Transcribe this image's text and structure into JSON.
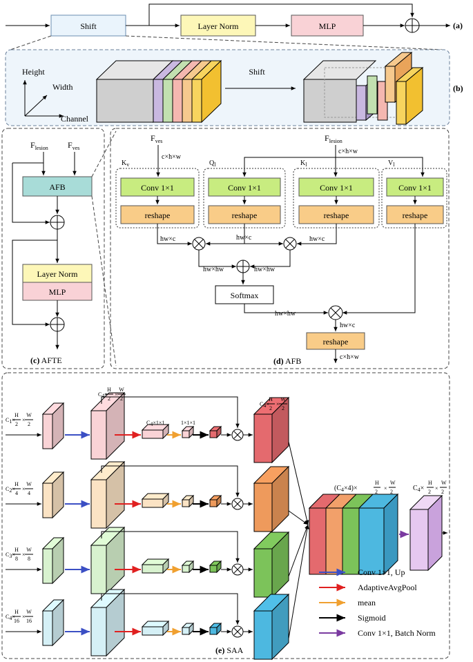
{
  "top": {
    "shift": "Shift",
    "layer_norm": "Layer Norm",
    "mlp": "MLP",
    "tag_a": "(a)",
    "tag_b": "(b)",
    "axes": {
      "height": "Height",
      "width": "Width",
      "channel": "Channel"
    },
    "shift_arrow": "Shift"
  },
  "afte": {
    "f_lesion_main": "F",
    "f_lesion_sub": "lesion",
    "f_ves_main": "F",
    "f_ves_sub": "ves",
    "afb": "AFB",
    "layer_norm": "Layer Norm",
    "mlp": "MLP",
    "caption_tag": "(c)",
    "caption": "AFTE"
  },
  "afb": {
    "f_ves_main": "F",
    "f_ves_sub": "ves",
    "f_lesion_main": "F",
    "f_lesion_sub": "lesion",
    "chw": "c×h×w",
    "branches": [
      {
        "tag": "K",
        "tag_sub": "v",
        "conv": "Conv 1×1",
        "reshape": "reshape"
      },
      {
        "tag": "Q",
        "tag_sub": "l",
        "conv": "Conv 1×1",
        "reshape": "reshape"
      },
      {
        "tag": "K",
        "tag_sub": "l",
        "conv": "Conv 1×1",
        "reshape": "reshape"
      },
      {
        "tag": "V",
        "tag_sub": "l",
        "conv": "Conv 1×1",
        "reshape": "reshape"
      }
    ],
    "hwc": "hw×c",
    "hwhw": "hw×hw",
    "softmax": "Softmax",
    "reshape_out": "reshape",
    "caption_tag": "(d)",
    "caption": "AFB"
  },
  "saa": {
    "rows": [
      {
        "c": "C",
        "c_sub": "1",
        "h": "H",
        "hd": "2",
        "w": "W",
        "wd": "2",
        "color": "#f9d3d6",
        "out": "#e46a6e"
      },
      {
        "c": "C",
        "c_sub": "2",
        "h": "H",
        "hd": "4",
        "w": "W",
        "wd": "4",
        "color": "#fbe3c4",
        "out": "#ee9a5c"
      },
      {
        "c": "C",
        "c_sub": "3",
        "h": "H",
        "hd": "8",
        "w": "W",
        "wd": "8",
        "color": "#d8f2cf",
        "out": "#7cc35a"
      },
      {
        "c": "C",
        "c_sub": "4",
        "h": "H",
        "hd": "16",
        "w": "W",
        "wd": "16",
        "color": "#d5f0f6",
        "out": "#4db8e0"
      }
    ],
    "c4_label": "C",
    "c4_sub": "4",
    "half": "2",
    "hh": "H",
    "ww": "W",
    "c4x1x1": "C",
    "dims_11": "×1×1",
    "one_one_one": "1×1×1",
    "concat_label": "(C",
    "concat_rest": "×4)×",
    "legend": [
      {
        "label": "Conv 1×1, Up",
        "color": "#3b4fc4"
      },
      {
        "label": "AdaptiveAvgPool",
        "color": "#e02020"
      },
      {
        "label": "mean",
        "color": "#f0a030"
      },
      {
        "label": "Sigmoid",
        "color": "#000000"
      },
      {
        "label": "Conv 1×1,  Batch Norm",
        "color": "#7a3aa0"
      }
    ],
    "caption_tag": "(e)",
    "caption": "SAA"
  }
}
